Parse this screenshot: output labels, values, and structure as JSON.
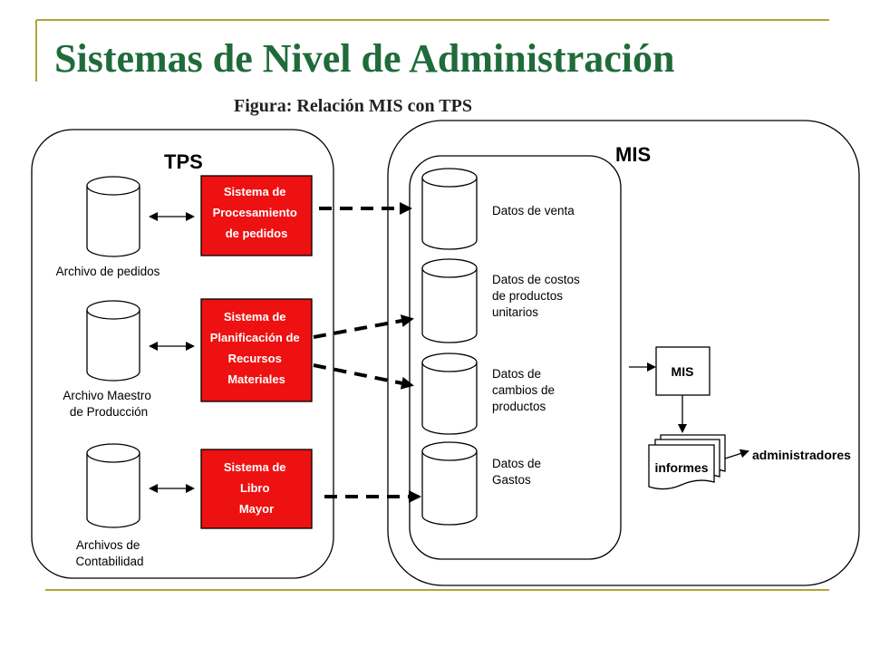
{
  "title": "Sistemas de Nivel de Administración",
  "subtitle": "Figura: Relación MIS con TPS",
  "tps": {
    "label": "TPS",
    "files": [
      {
        "lines": [
          "Archivo de pedidos"
        ]
      },
      {
        "lines": [
          "Archivo Maestro",
          "de Producción"
        ]
      },
      {
        "lines": [
          "Archivos de",
          "Contabilidad"
        ]
      }
    ],
    "systems": [
      {
        "lines": [
          "Sistema de",
          "Procesamiento",
          "de pedidos"
        ]
      },
      {
        "lines": [
          "Sistema de",
          "Planificación de",
          "Recursos",
          "Materiales"
        ]
      },
      {
        "lines": [
          "Sistema  de",
          "Libro",
          "Mayor"
        ]
      }
    ]
  },
  "mis": {
    "label": "MIS",
    "data_stores": [
      {
        "lines": [
          "Datos de venta"
        ]
      },
      {
        "lines": [
          "Datos de costos",
          "de productos",
          "unitarios"
        ]
      },
      {
        "lines": [
          "Datos de",
          "cambios de",
          "productos"
        ]
      },
      {
        "lines": [
          "Datos de",
          "Gastos"
        ]
      }
    ],
    "box_label": "MIS",
    "reports_label": "informes",
    "audience_label": "administradores"
  },
  "colors": {
    "title": "#1f6b3a",
    "accent_line": "#b5a33a",
    "system_fill": "#ee1111"
  }
}
